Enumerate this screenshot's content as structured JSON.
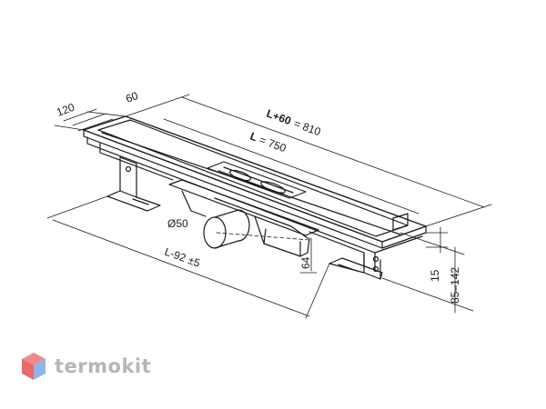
{
  "dimensions": {
    "width_120": "120",
    "width_60": "60",
    "total_length_label": "L+60",
    "total_length_value": "= 810",
    "length_label": "L",
    "length_value": "= 750",
    "pipe_diameter": "Ø50",
    "mount_length": "L-92 ±5",
    "outlet_height": "64",
    "frame_height": "15",
    "total_height": "85–142"
  },
  "logo": {
    "name": "termokit",
    "colors": {
      "top": "#f08a8a",
      "left": "#e86a6a",
      "right": "#8fb6e8"
    }
  }
}
